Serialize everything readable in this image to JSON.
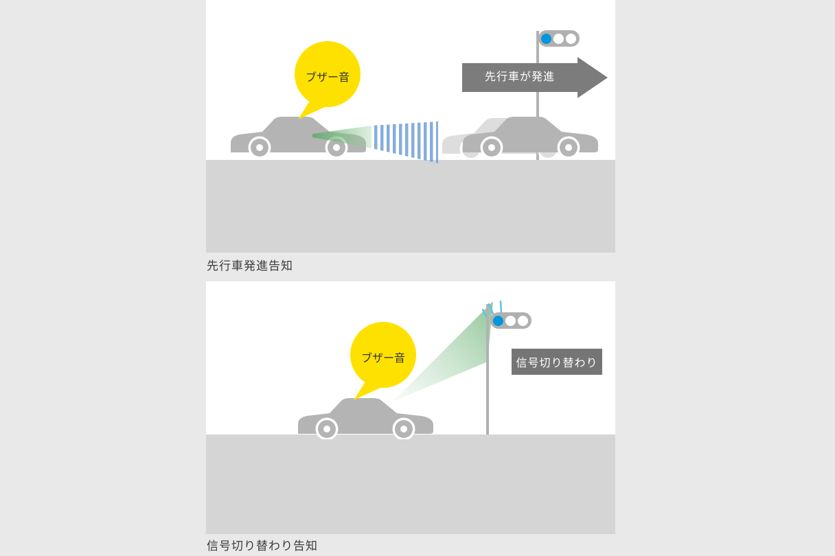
{
  "figures": {
    "top": {
      "caption": "先行車発進告知",
      "bubble_label": "ブザー音",
      "arrow_label": "先行車が発進"
    },
    "bottom": {
      "caption": "信号切り替わり告知",
      "bubble_label": "ブザー音",
      "label_box": "信号切り替わり"
    }
  },
  "icons": {
    "car": "car-icon",
    "car_ghost": "car-ghost-icon",
    "traffic_light": "traffic-light-icon",
    "sensor_beam": "sensor-beam",
    "speech_bubble": "speech-bubble",
    "departure_arrow": "departure-arrow",
    "blink_rays": "signal-blink-rays-icon"
  },
  "colors": {
    "page_bg": "#e9e9e9",
    "panel_bg": "#ffffff",
    "road": "#d5d5d5",
    "car_gray": "#b4b4b4",
    "bubble_yellow": "#ffe100",
    "bubble_text": "#333333",
    "arrow_gray": "#7c7c7c",
    "label_box_gray": "#757575",
    "signal_blue": "#0096dc",
    "signal_housing": "#b0b0b0",
    "beam_green": "#8cc48c",
    "stripe_blue": "#6f9fd8",
    "caption_text": "#3c3c3c"
  }
}
